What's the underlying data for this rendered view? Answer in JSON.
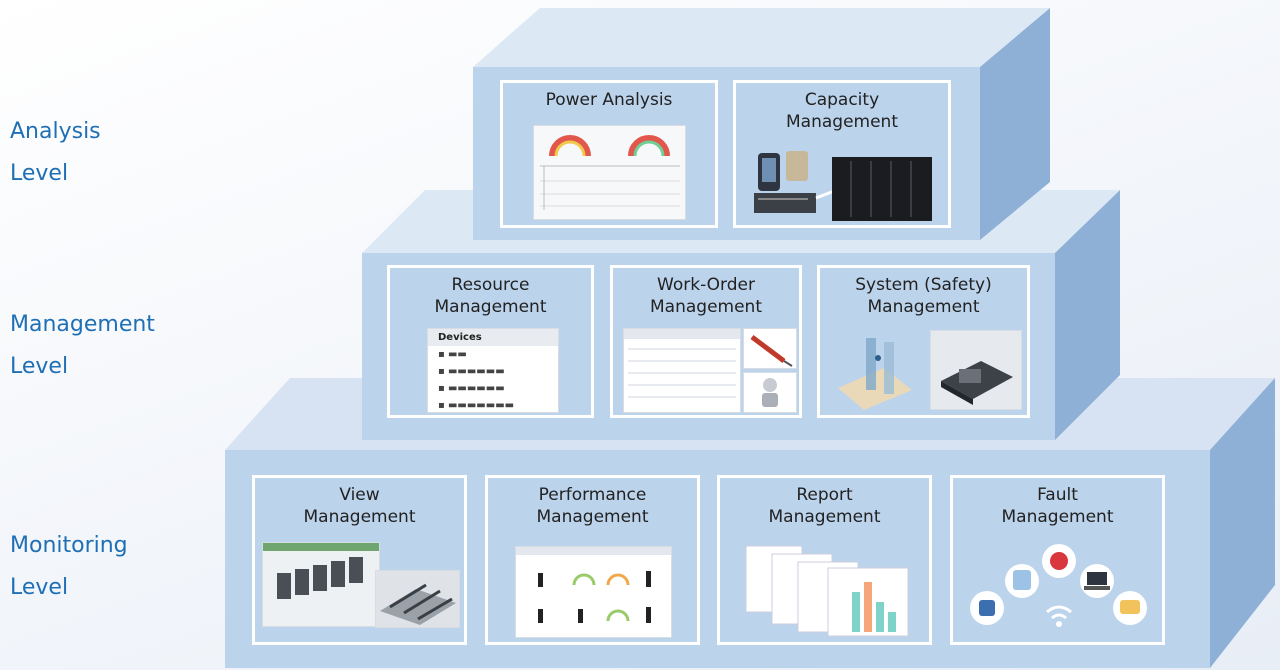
{
  "levels": {
    "analysis": {
      "line1": "Analysis",
      "line2": "Level"
    },
    "management": {
      "line1": "Management",
      "line2": "Level"
    },
    "monitoring": {
      "line1": "Monitoring",
      "line2": "Level"
    }
  },
  "panels": {
    "power_analysis": {
      "title": "Power Analysis"
    },
    "capacity": {
      "line1": "Capacity",
      "line2": "Management"
    },
    "resource": {
      "line1": "Resource",
      "line2": "Management",
      "tree_header": "Devices"
    },
    "work_order": {
      "line1": "Work-Order",
      "line2": "Management"
    },
    "system_safety": {
      "line1": "System (Safety)",
      "line2": "Management"
    },
    "view": {
      "line1": "View",
      "line2": "Management"
    },
    "performance": {
      "line1": "Performance",
      "line2": "Management"
    },
    "report": {
      "line1": "Report",
      "line2": "Management"
    },
    "fault": {
      "line1": "Fault",
      "line2": "Management"
    }
  },
  "colors": {
    "label_blue": "#1f6fb5",
    "block_front": "#bcd3ec",
    "block_top": "#dde8f5",
    "block_side": "#8fb0d6"
  }
}
